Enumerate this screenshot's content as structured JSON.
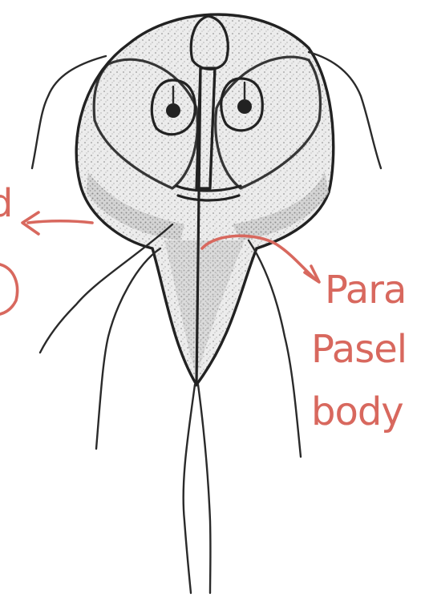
{
  "colors": {
    "annotation": "#d8685e",
    "ink": "#222222",
    "stipple_light": "#e6e6e6",
    "stipple_dark": "#b8b8b8"
  },
  "annotations": {
    "label_right": {
      "lines": [
        "Para",
        "Pasel",
        "body"
      ]
    },
    "label_left_fragment": "d"
  }
}
